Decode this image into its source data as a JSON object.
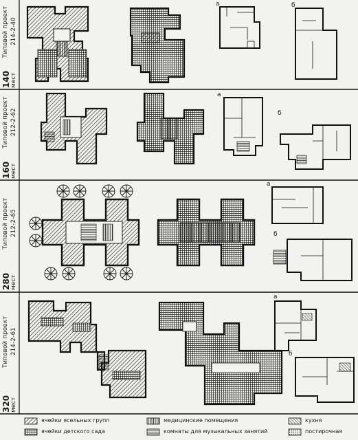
{
  "rows": [
    {
      "project_line1": "Типовой проект",
      "project_line2": "214-2-40",
      "capacity": "140",
      "unit": "мест",
      "sub_a": "а",
      "sub_b": "б"
    },
    {
      "project_line1": "Типовой проект",
      "project_line2": "212-2-62",
      "capacity": "160",
      "unit": "мест",
      "sub_a": "а",
      "sub_b": "б"
    },
    {
      "project_line1": "Типовой проект",
      "project_line2": "212-2-65",
      "capacity": "280",
      "unit": "мест",
      "sub_a": "а",
      "sub_b": "б"
    },
    {
      "project_line1": "Типовой проект",
      "project_line2": "214-2-61",
      "capacity": "320",
      "unit": "мест",
      "sub_a": "а",
      "sub_b": "б"
    }
  ],
  "legend": [
    {
      "label": "ячейки ясельных групп",
      "pattern": "diag"
    },
    {
      "label": "ячейки детского сада",
      "pattern": "cross"
    },
    {
      "label": "медицинские помещения",
      "pattern": "vert"
    },
    {
      "label": "комнаты для музыкальных занятий",
      "pattern": "horiz"
    },
    {
      "label": "кухня",
      "pattern": "diag2"
    },
    {
      "label": "постирочная",
      "pattern": "dots"
    }
  ]
}
